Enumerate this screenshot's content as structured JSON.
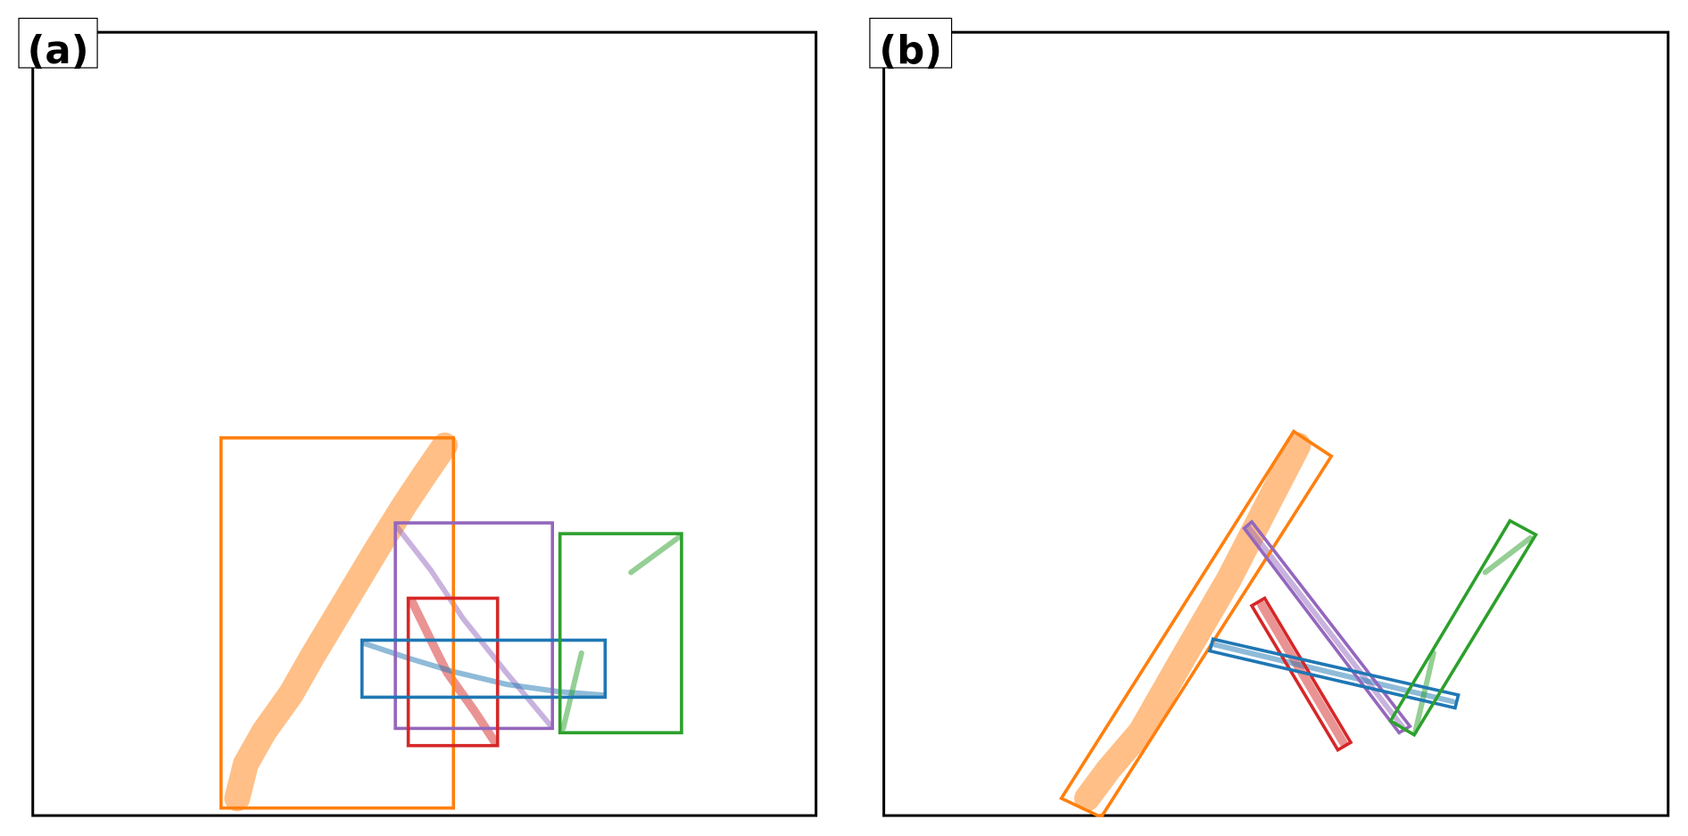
{
  "panels": [
    {
      "label": "(a)",
      "description_type": "axis-aligned bounding boxes"
    },
    {
      "label": "(b)",
      "description_type": "oriented bounding boxes"
    }
  ],
  "colors": {
    "blue": "#1f77b4",
    "orange": "#ff7f0e",
    "green": "#2ca02c",
    "red": "#d62728",
    "purple": "#9467bd"
  }
}
